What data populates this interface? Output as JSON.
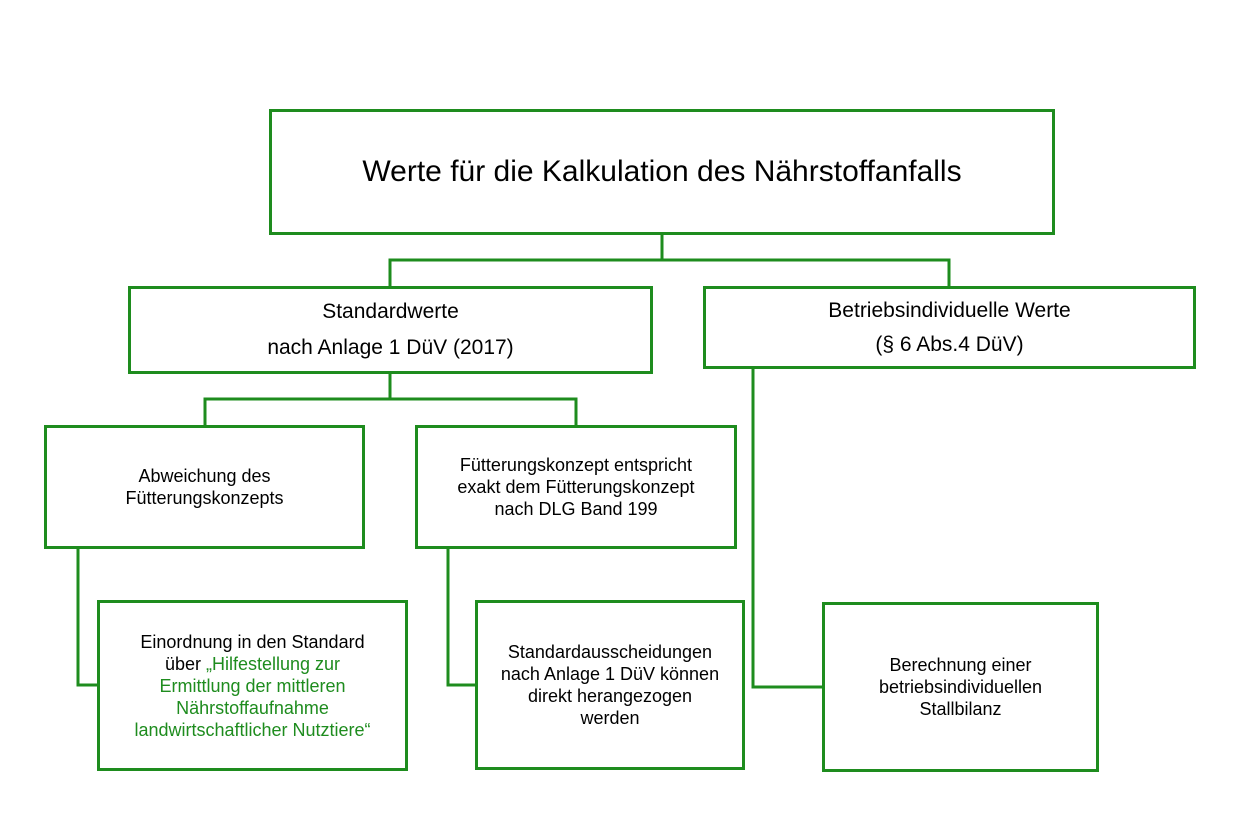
{
  "colors": {
    "accent": "#1e8c1e",
    "text": "#000000",
    "highlight_text": "#1e8c1e"
  },
  "title": {
    "label": "Werte für die Kalkulation des Nährstoffanfalls"
  },
  "standardwerte": {
    "line1": "Standardwerte",
    "line2": "nach Anlage 1 DüV (2017)"
  },
  "betriebsindividuell": {
    "line1": "Betriebsindividuelle Werte",
    "line2": "(§ 6 Abs.4 DüV)"
  },
  "abweichung": {
    "line1": "Abweichung des",
    "line2": "Fütterungskonzepts"
  },
  "fuetterungskonzept": {
    "line1": "Fütterungskonzept entspricht",
    "line2": "exakt dem Fütterungskonzept",
    "line3": "nach DLG Band 199"
  },
  "einordnung": {
    "line1": "Einordnung in den Standard",
    "line2_prefix": "über ",
    "line2_green": "„Hilfestellung zur",
    "line3": "Ermittlung der mittleren",
    "line4": "Nährstoffaufnahme",
    "line5": "landwirtschaftlicher Nutztiere“"
  },
  "standardausscheidungen": {
    "line1": "Standardausscheidungen",
    "line2": "nach Anlage 1 DüV können",
    "line3": "direkt herangezogen",
    "line4": "werden"
  },
  "berechnung": {
    "line1": "Berechnung einer",
    "line2": "betriebsindividuellen",
    "line3": "Stallbilanz"
  }
}
